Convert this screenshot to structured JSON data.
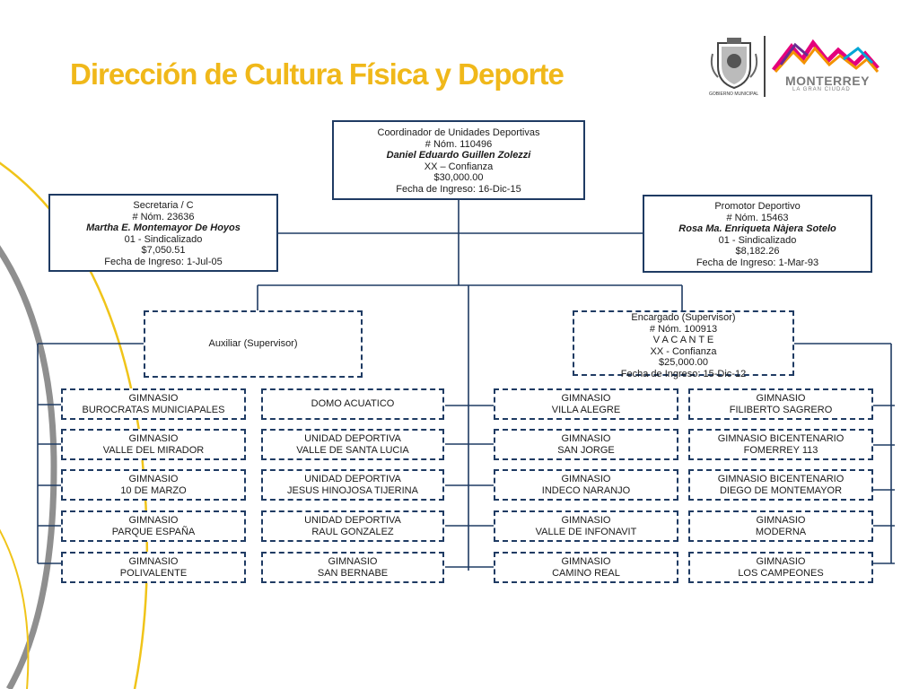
{
  "title": "Dirección de Cultura Física y Deporte",
  "logo": {
    "seal_label": "GOBIERNO MUNICIPAL",
    "brand": "MONTERREY",
    "brand_sub": "LA GRAN CIUDAD"
  },
  "colors": {
    "title": "#f0b81a",
    "line": "#1f3b63",
    "accent_gray": "#8f8f8f",
    "accent_yellow": "#f0c419"
  },
  "coordinator": {
    "role": "Coordinador de Unidades Deportivas",
    "num": "# Nóm. 110496",
    "name": "Daniel Eduardo Guillen Zolezzi",
    "type": "XX – Confianza",
    "salary": "$30,000.00",
    "date": "Fecha de Ingreso: 16-Dic-15"
  },
  "secretary": {
    "role": "Secretaria / C",
    "num": "# Nóm. 23636",
    "name": "Martha E. Montemayor De Hoyos",
    "type": "01 - Sindicalizado",
    "salary": "$7,050.51",
    "date": "Fecha de Ingreso:   1-Jul-05"
  },
  "promoter": {
    "role": "Promotor Deportivo",
    "num": "# Nóm. 15463",
    "name": "Rosa Ma. Enriqueta Nàjera Sotelo",
    "type": "01 - Sindicalizado",
    "salary": "$8,182.26",
    "date": "Fecha de Ingreso:   1-Mar-93"
  },
  "auxiliary": {
    "role": "Auxiliar (Supervisor)"
  },
  "manager": {
    "role": "Encargado  (Supervisor)",
    "num": "# Nóm. 100913",
    "name": "V A C A N T E",
    "type": "XX - Confianza",
    "salary": "$25,000.00",
    "date": "Fecha de Ingreso:  15-Dic-12"
  },
  "columns": [
    [
      [
        "GIMNASIO",
        "BUROCRATAS MUNICIAPALES"
      ],
      [
        "GIMNASIO",
        "VALLE DEL MIRADOR"
      ],
      [
        "GIMNASIO",
        "10 DE MARZO"
      ],
      [
        "GIMNASIO",
        "PARQUE ESPAÑA"
      ],
      [
        "GIMNASIO",
        "POLIVALENTE"
      ]
    ],
    [
      [
        "DOMO ACUATICO"
      ],
      [
        "UNIDAD DEPORTIVA",
        "VALLE DE SANTA LUCIA"
      ],
      [
        "UNIDAD DEPORTIVA",
        "JESUS HINOJOSA TIJERINA"
      ],
      [
        "UNIDAD DEPORTIVA",
        "RAUL GONZALEZ"
      ],
      [
        "GIMNASIO",
        "SAN BERNABE"
      ]
    ],
    [
      [
        "GIMNASIO",
        "VILLA ALEGRE"
      ],
      [
        "GIMNASIO",
        "SAN JORGE"
      ],
      [
        "GIMNASIO",
        "INDECO NARANJO"
      ],
      [
        "GIMNASIO",
        "VALLE DE INFONAVIT"
      ],
      [
        "GIMNASIO",
        "CAMINO REAL"
      ]
    ],
    [
      [
        "GIMNASIO",
        "FILIBERTO SAGRERO"
      ],
      [
        "GIMNASIO BICENTENARIO",
        "FOMERREY 113"
      ],
      [
        "GIMNASIO BICENTENARIO",
        "DIEGO DE MONTEMAYOR"
      ],
      [
        "GIMNASIO",
        "MODERNA"
      ],
      [
        "GIMNASIO",
        "LOS CAMPEONES"
      ]
    ]
  ]
}
